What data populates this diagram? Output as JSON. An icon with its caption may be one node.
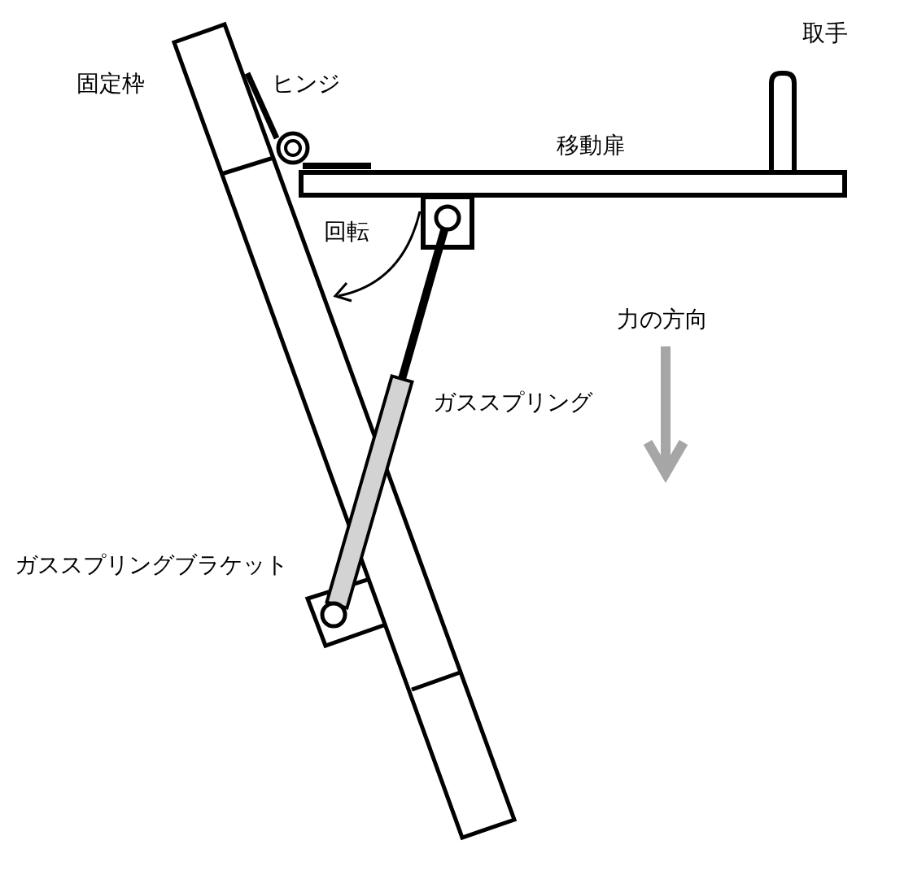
{
  "diagram": {
    "labels": [
      "取手",
      "固定枠",
      "ヒンジ",
      "移動扉",
      "回転",
      "力の方向",
      "ガススプリング",
      "ガススプリングブラケット"
    ]
  }
}
